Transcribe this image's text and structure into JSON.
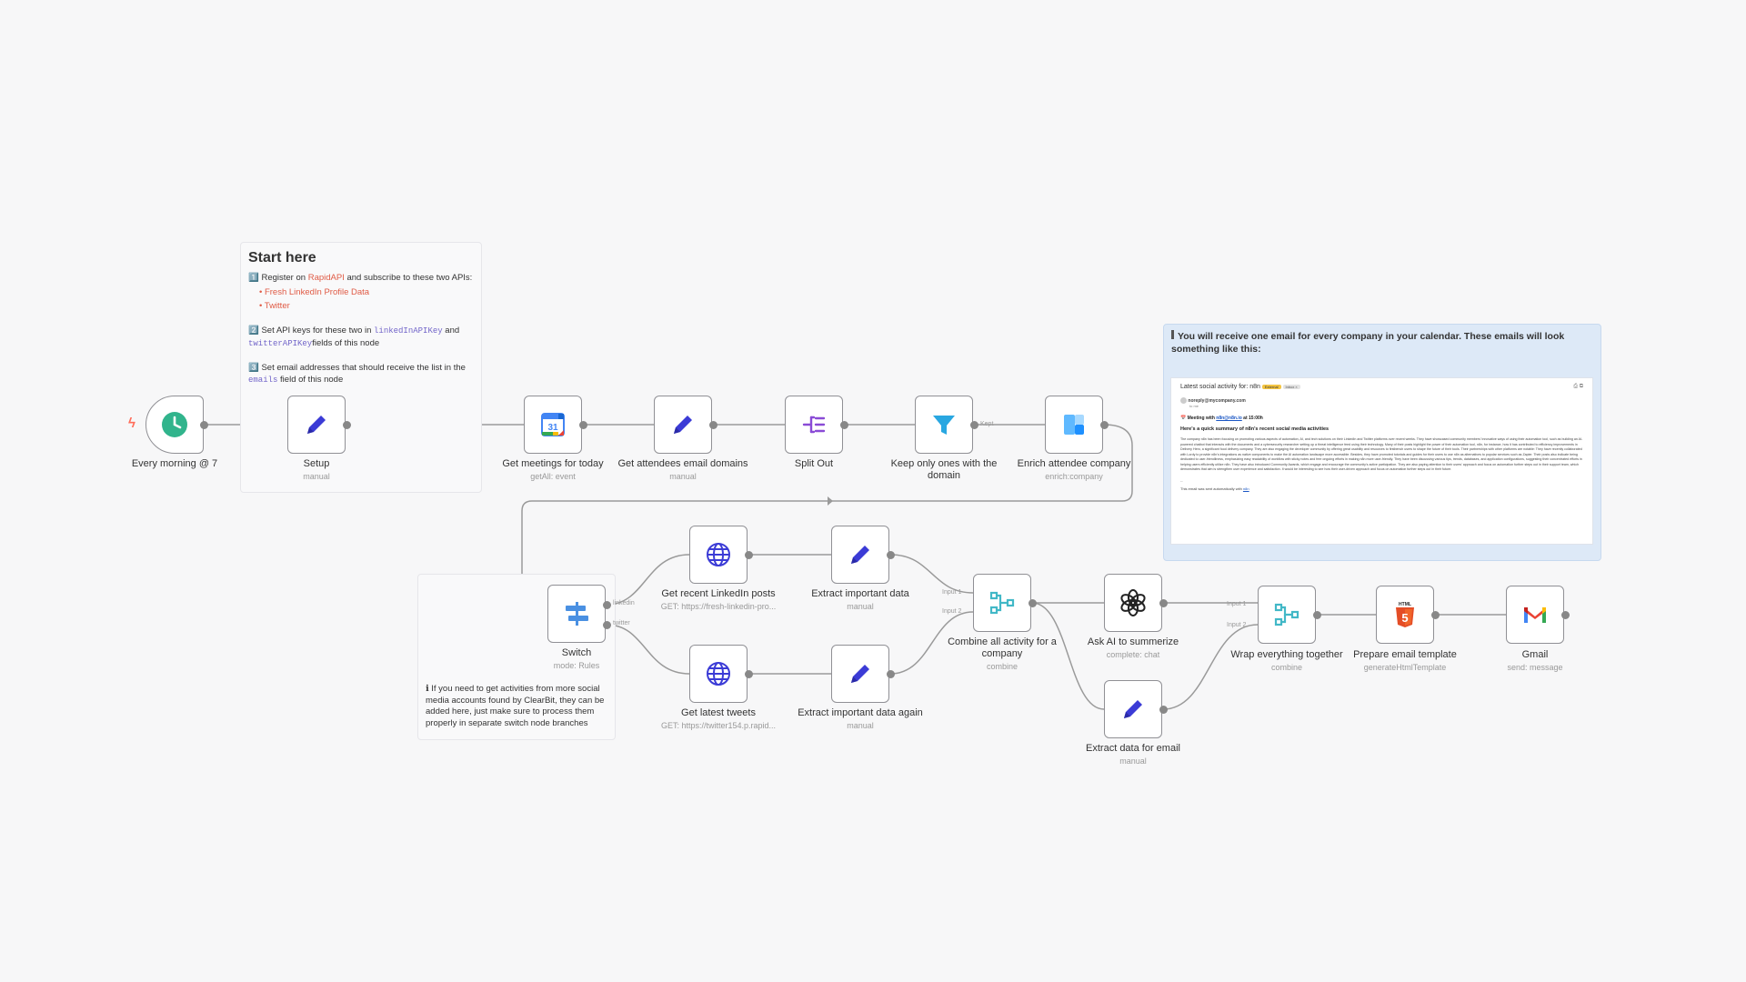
{
  "start_note": {
    "title": "Start here",
    "step1_prefix": "1️⃣ Register on",
    "step1_link": "RapidAPI",
    "step1_suffix": "and subscribe to these two APIs:",
    "api1": "Fresh LinkedIn Profile Data",
    "api2": "Twitter",
    "step2_prefix": "2️⃣ Set API keys for these two in",
    "step2_key1": "linkedInAPIKey",
    "step2_and": "and",
    "step2_key2": "twitterAPIKey",
    "step2_suffix": "fields of this node",
    "step3_prefix": "3️⃣ Set email addresses that should receive the list in the",
    "step3_key": "emails",
    "step3_suffix": "field of this node"
  },
  "info_note": {
    "text": "ℹ If you need to get activities from more social media accounts found by ClearBit, they can be added here, just make sure to process them properly in separate switch node branches"
  },
  "preview_note": {
    "heading": "You will receive one email for every company in your calendar. These emails will look something like this:",
    "email": {
      "subject": "Latest social activity for: n8n",
      "from": "noreply@mycompany.com",
      "to": "to me",
      "meeting_prefix": "📅 Meeting with",
      "meeting_link": "n8n@n8n.io",
      "meeting_suffix": "at 15:00h",
      "summary_heading": "Here's a quick summary of n8n's recent social media activities",
      "body": "The company n8n has been focusing on promoting various aspects of automation, AI, and tech solutions on their LinkedIn and Twitter platforms over recent weeks. They have showcased community members' innovative ways of using their automation tool, such as building an AI-powered chatbot that interacts with the documents and a cybersecurity researcher setting up a threat intelligence feed using their technology. Many of their posts highlight the power of their automation tool, n8n, for instance, how it has contributed to efficiency improvements in Delivery Hero, a significant food delivery company. They are also engaging the developer community by offering great usability and resources to firstbench users to shape the future of their tools. Their partnerships with other platforms are notable: They have recently collaborated with Lordy to provide n8n's integrations as native components to make the AI automation landscape more accessible. Besides, they have promoted tutorials and guides for their users to use n8n as alternatives to popular services such as Zapier. Their posts also indicate being dedicated to user-friendliness, emphasizing easy readability of workflow with sticky notes and free ongoing efforts in making n8n more user-friendly. They have been discussing various tips, trends, databases, and application configurations, suggesting their concentrated efforts in helping users efficiently utilize n8n. They have also introduced Community Awards, which engage and encourage the community's active participation. They are also paying attention to their users' approach and focus on automation further steps out in their support team, which demonstrates that aim is strengthen user experience and satisfaction. It would be interesting to see how their user-driven approach and focus on automation further steps out in their future.",
      "footer_prefix": "This email was sent automatically with",
      "footer_link": "n8n"
    }
  },
  "nodes": [
    {
      "id": "trigger",
      "title": "Every morning @ 7",
      "sub": "",
      "icon": "clock-icon"
    },
    {
      "id": "setup",
      "title": "Setup",
      "sub": "manual",
      "icon": "pencil-icon"
    },
    {
      "id": "meetings",
      "title": "Get meetings for today",
      "sub": "getAll: event",
      "icon": "google-calendar-icon"
    },
    {
      "id": "domains",
      "title": "Get attendees email domains",
      "sub": "manual",
      "icon": "pencil-icon"
    },
    {
      "id": "split",
      "title": "Split Out",
      "sub": "",
      "icon": "split-out-icon"
    },
    {
      "id": "filter",
      "title": "Keep only ones with the domain",
      "sub": "",
      "icon": "filter-icon"
    },
    {
      "id": "enrich",
      "title": "Enrich attendee company",
      "sub": "enrich:company",
      "icon": "clearbit-icon"
    },
    {
      "id": "switch",
      "title": "Switch",
      "sub": "mode: Rules",
      "icon": "switch-icon"
    },
    {
      "id": "linkedin",
      "title": "Get recent LinkedIn posts",
      "sub": "GET: https://fresh-linkedin-pro...",
      "icon": "globe-icon"
    },
    {
      "id": "tweets",
      "title": "Get latest tweets",
      "sub": "GET: https://twitter154.p.rapid...",
      "icon": "globe-icon"
    },
    {
      "id": "extract1",
      "title": "Extract important data",
      "sub": "manual",
      "icon": "pencil-icon"
    },
    {
      "id": "extract2",
      "title": "Extract important data again",
      "sub": "manual",
      "icon": "pencil-icon"
    },
    {
      "id": "combine",
      "title": "Combine all activity for a company",
      "sub": "combine",
      "icon": "merge-icon"
    },
    {
      "id": "ai",
      "title": "Ask AI to summerize",
      "sub": "complete: chat",
      "icon": "openai-icon"
    },
    {
      "id": "extract3",
      "title": "Extract data for email",
      "sub": "manual",
      "icon": "pencil-icon"
    },
    {
      "id": "wrap",
      "title": "Wrap everything together",
      "sub": "combine",
      "icon": "merge-icon"
    },
    {
      "id": "template",
      "title": "Prepare email template",
      "sub": "generateHtmlTemplate",
      "icon": "html5-icon"
    },
    {
      "id": "gmail",
      "title": "Gmail",
      "sub": "send: message",
      "icon": "gmail-icon"
    }
  ],
  "handle_labels": {
    "kept": "Kept",
    "linkedin": "linkedin",
    "twitter": "twitter",
    "input1": "Input 1",
    "input2": "Input 2"
  },
  "colors": {
    "pencil": "#3b3bd6",
    "clock": "#31b48c",
    "trigger_bolt": "#ff6d5a",
    "filter": "#29a7e1",
    "split": "#8a4bd6",
    "merge": "#42b8c7",
    "switch": "#4a90e2",
    "html": "#e44d26",
    "note_link": "#e05b45"
  }
}
